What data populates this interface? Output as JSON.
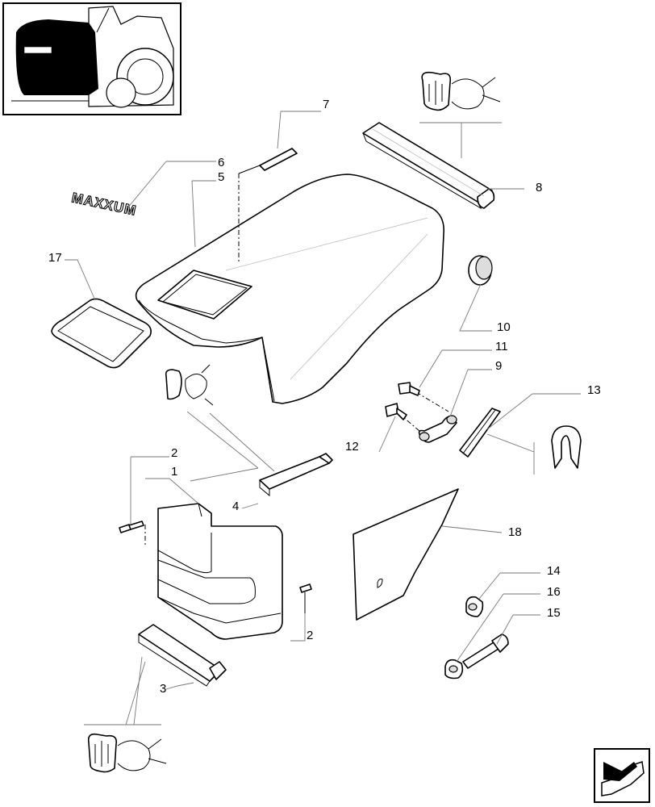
{
  "diagram": {
    "thumbnail_label": "",
    "emblem_text": "MAXXUM",
    "callouts": {
      "c1": "1",
      "c2a": "2",
      "c2b": "2",
      "c3": "3",
      "c4": "4",
      "c5": "5",
      "c6": "6",
      "c7": "7",
      "c8": "8",
      "c9": "9",
      "c10": "10",
      "c11": "11",
      "c12": "12",
      "c13": "13",
      "c14": "14",
      "c15": "15",
      "c16": "16",
      "c17": "17",
      "c18": "18"
    },
    "nav_icon": "next-page-arrow-icon"
  }
}
